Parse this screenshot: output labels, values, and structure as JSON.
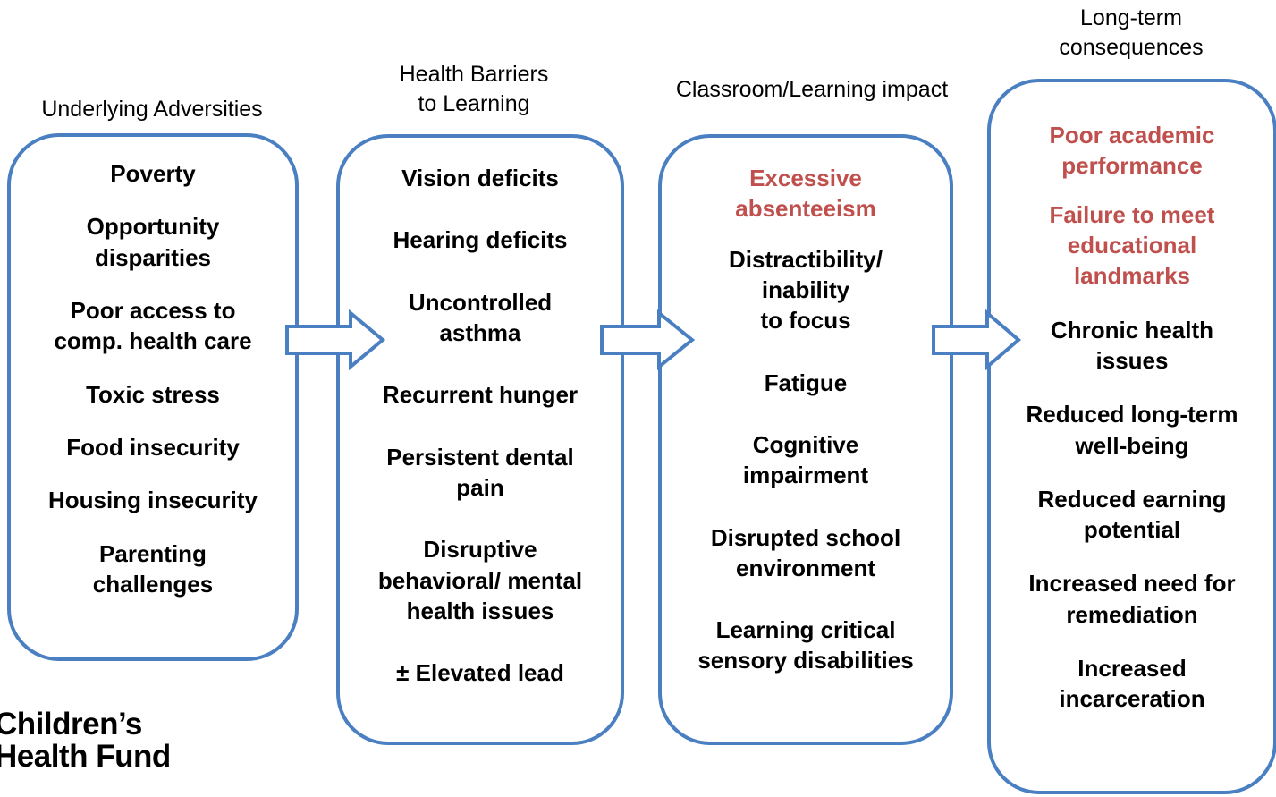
{
  "columns": [
    {
      "header": "Underlying Adversities",
      "items": [
        {
          "text": "Poverty"
        },
        {
          "text": "Opportunity\ndisparities"
        },
        {
          "text": "Poor access to\ncomp. health care"
        },
        {
          "text": "Toxic stress"
        },
        {
          "text": "Food insecurity"
        },
        {
          "text": "Housing insecurity"
        },
        {
          "text": "Parenting\nchallenges"
        }
      ]
    },
    {
      "header": "Health Barriers\nto Learning",
      "items": [
        {
          "text": "Vision deficits"
        },
        {
          "text": "Hearing deficits"
        },
        {
          "text": "Uncontrolled\nasthma"
        },
        {
          "text": "Recurrent hunger"
        },
        {
          "text": "Persistent dental\npain"
        },
        {
          "text": "Disruptive\nbehavioral/ mental\nhealth issues"
        },
        {
          "text": "± Elevated lead"
        }
      ]
    },
    {
      "header": "Classroom/Learning impact",
      "items": [
        {
          "text": "Excessive\nabsenteeism",
          "highlight": true
        },
        {
          "text": "Distractibility/\ninability\nto focus"
        },
        {
          "text": "Fatigue"
        },
        {
          "text": "Cognitive\nimpairment"
        },
        {
          "text": "Disrupted school\nenvironment"
        },
        {
          "text": "Learning critical\nsensory disabilities"
        }
      ]
    },
    {
      "header": "Long-term\nconsequences",
      "items": [
        {
          "text": "Poor academic\nperformance",
          "highlight": true
        },
        {
          "text": "Failure to meet\neducational\nlandmarks",
          "highlight": true
        },
        {
          "text": "Chronic health\nissues"
        },
        {
          "text": "Reduced long-term\nwell-being"
        },
        {
          "text": "Reduced earning\npotential"
        },
        {
          "text": "Increased need for\nremediation"
        },
        {
          "text": "Increased\nincarceration"
        }
      ]
    }
  ],
  "logo": {
    "text": "Children’s\nHealth Fund"
  },
  "colors": {
    "box_border": "#4a7fc1",
    "highlight_text": "#c0504d"
  }
}
